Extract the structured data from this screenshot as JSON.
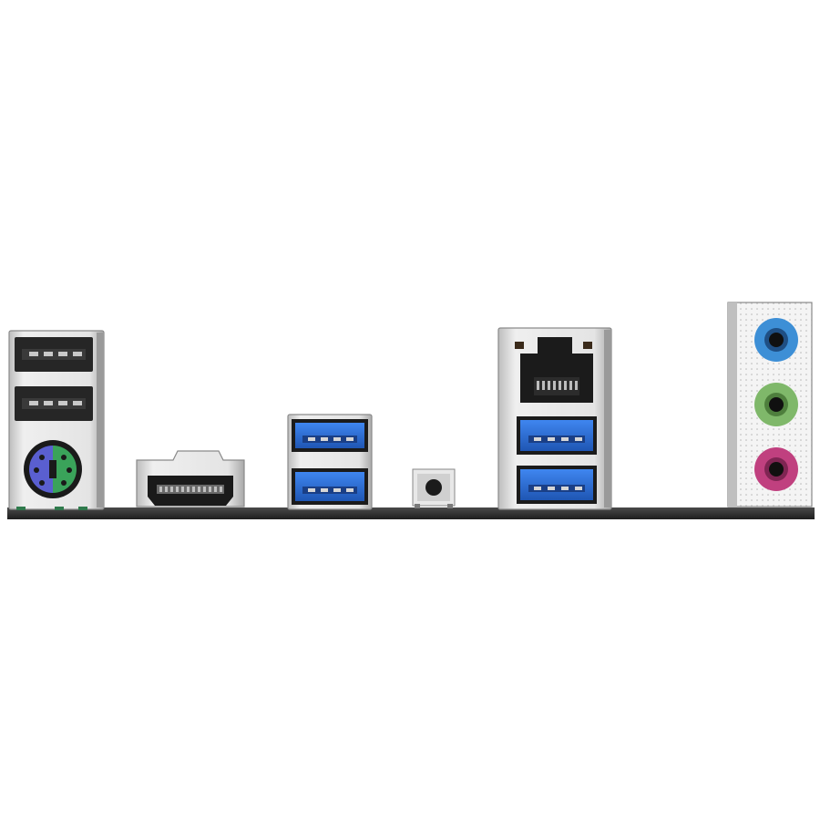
{
  "scene": {
    "subject": "motherboard-rear-io-panel",
    "background_color": "#ffffff",
    "colors": {
      "usb3_blue": "#2b6fd6",
      "ps2_purple": "#5a5fd0",
      "ps2_green": "#3aa35a",
      "audio_blue": "#3d8fd6",
      "audio_green": "#7fb86a",
      "audio_pink": "#c0407f",
      "metal": "#d9d9d9",
      "pcb": "#2b2b2b"
    }
  },
  "ports": [
    {
      "name": "usb2-port",
      "count": 2,
      "color": "black"
    },
    {
      "name": "ps2-combo-port",
      "count": 1,
      "color": "purple-green"
    },
    {
      "name": "hdmi-port",
      "count": 1,
      "color": "black"
    },
    {
      "name": "usb3-port",
      "count": 4,
      "color": "blue"
    },
    {
      "name": "button",
      "count": 1,
      "color": "black"
    },
    {
      "name": "rj45-port",
      "count": 1,
      "color": "black"
    },
    {
      "name": "audio-jack",
      "count": 3,
      "color": "blue-green-pink"
    }
  ]
}
